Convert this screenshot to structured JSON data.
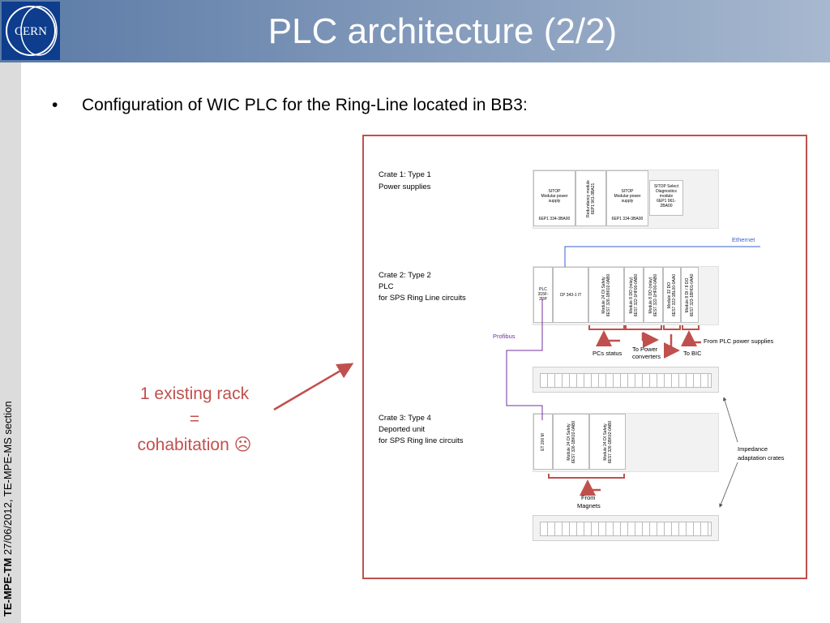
{
  "slide": {
    "title": "PLC architecture (2/2)",
    "footer_bold": "TE-MPE-TM",
    "footer_rest": " 27/06/2012, TE-MPE-MS section",
    "logo_text": "CERN"
  },
  "bullet": {
    "marker": "•",
    "text": "Configuration of WIC PLC for the Ring-Line located in BB3:"
  },
  "callout": {
    "line1": "1 existing rack",
    "line2": "=",
    "line3": "cohabitation ☹"
  },
  "colors": {
    "accent": "#c0504d",
    "header": "#5a7aa6",
    "ethernet": "#3a5fcd",
    "profibus": "#7030a0"
  },
  "diagram": {
    "crate1": {
      "line1": "Crate 1: Type 1",
      "line2": "Power supplies",
      "sitop1": {
        "l1": "SITOP",
        "l2": "Modular power",
        "l3": "supply",
        "ref": "6EP1 334-3BA00"
      },
      "redundancy": {
        "l1": "Redundancy module",
        "l2": "6EP1 961-3BA21"
      },
      "sitop2": {
        "l1": "SITOP",
        "l2": "Modular power",
        "l3": "supply",
        "ref": "6EP1 334-3BA00"
      },
      "select": {
        "l1": "SITOP Select",
        "l2": "Diagnostics",
        "l3": "module",
        "l4": "6EP1 961-",
        "l5": "2BA00"
      }
    },
    "ethernet_label": "Ethernet",
    "crate2": {
      "line1": "Crate 2: Type 2",
      "line2": "PLC",
      "line3": "for SPS Ring Line circuits",
      "plc": {
        "l1": "PLC",
        "l2": "315F-",
        "l3": "2DP"
      },
      "cp": "CP 343-1 IT",
      "m1": {
        "l1": "Module 24 DI Safety",
        "l2": "6ES7 326-1BK02-0AB0"
      },
      "m2": {
        "l1": "Module 8 DO (relay)",
        "l2": "6ES7 322-1HF00-0AB0"
      },
      "m3": {
        "l1": "Module 8 DO (relay)",
        "l2": "6ES7 322-1HF00-0AB0"
      },
      "m4": {
        "l1": "Module 32 DO",
        "l2": "6ES7 322-1BL00-0AA0"
      },
      "m5": {
        "l1": "Module 8 DI / 8 DO",
        "l2": "6ES7 323-1BH01-0AA0"
      }
    },
    "profibus_label": "Profibus",
    "labels": {
      "pcs_status": "PCs status",
      "to_power1": "To Power",
      "to_power2": "converters",
      "to_bic": "To BIC",
      "from_plc": "From PLC power supplies",
      "impedance1": "Impedance",
      "impedance2": "adaptation crates",
      "from1": "From",
      "from2": "Magnets"
    },
    "crate3": {
      "line1": "Crate 3: Type 4",
      "line2": "Deported unit",
      "line3": " for SPS Ring line circuits",
      "et": "ET 200 M",
      "m1": {
        "l1": "Module 24 DI Safety",
        "l2": "6ES7 326-1BK02-0AB0"
      },
      "m2": {
        "l1": "Module 24 DI Safety",
        "l2": "6ES7 326-1BK02-0AB0"
      }
    }
  }
}
